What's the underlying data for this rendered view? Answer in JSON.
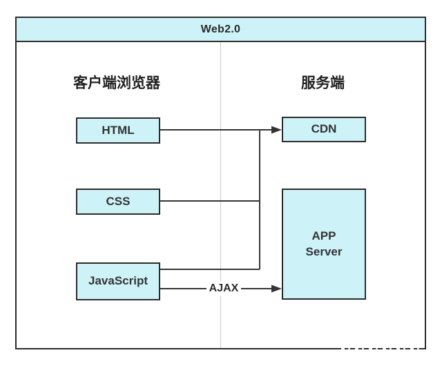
{
  "title": "Web2.0",
  "client_column": {
    "heading": "客户端浏览器",
    "nodes": {
      "html": "HTML",
      "css": "CSS",
      "javascript": "JavaScript"
    }
  },
  "server_column": {
    "heading": "服务端",
    "nodes": {
      "cdn": "CDN",
      "app_server_line1": "APP",
      "app_server_line2": "Server"
    }
  },
  "edges": {
    "ajax_label": "AJAX"
  },
  "colors": {
    "node_fill": "#cdf3f8",
    "border_dark": "#2b2b2b",
    "line": "#333333",
    "divider": "#c9c9c9"
  }
}
